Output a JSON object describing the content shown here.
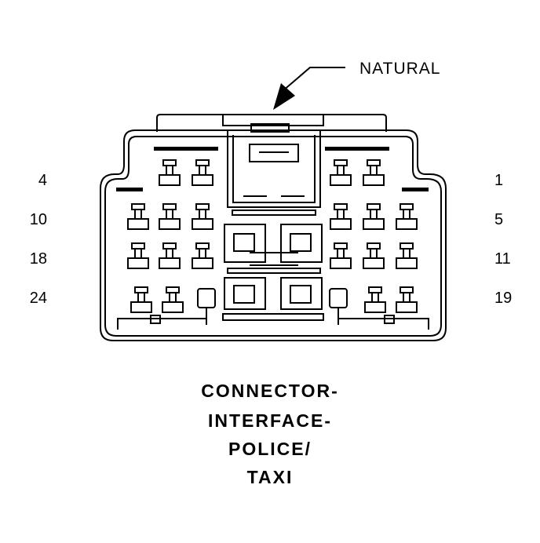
{
  "callout": {
    "label": "NATURAL"
  },
  "pin_labels": {
    "left": [
      "4",
      "10",
      "18",
      "24"
    ],
    "right": [
      "1",
      "5",
      "11",
      "19"
    ]
  },
  "title_lines": [
    "CONNECTOR-",
    "INTERFACE-",
    "POLICE/",
    "TAXI"
  ],
  "colors": {
    "ink": "#000000",
    "background": "#ffffff"
  }
}
